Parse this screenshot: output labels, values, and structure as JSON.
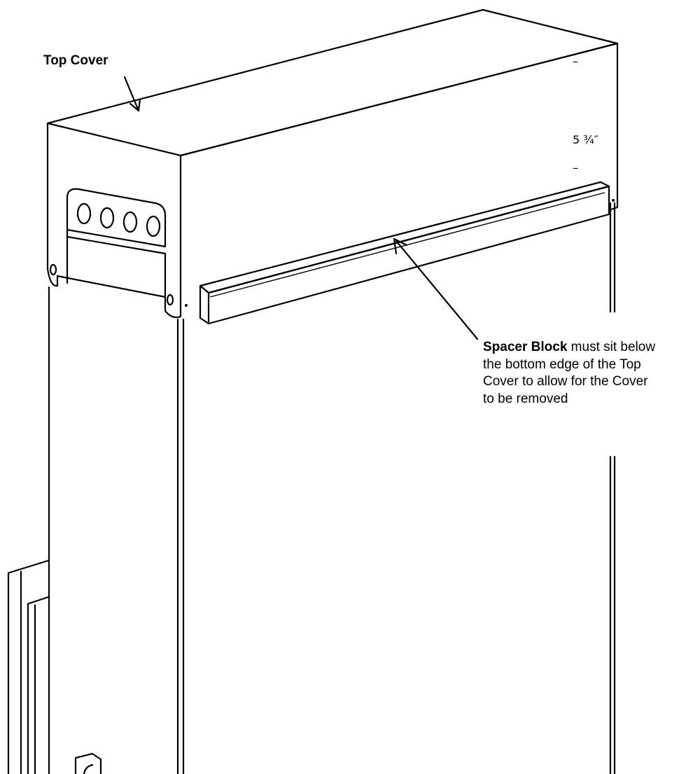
{
  "labels": {
    "top_cover": "Top Cover",
    "dimension": "5 ¾″",
    "dimension_tick_top": "–",
    "dimension_tick_bottom": "–",
    "spacer_name": "Spacer Block",
    "spacer_text_line1": " must sit below",
    "spacer_text_line2": "the bottom edge of the Top",
    "spacer_text_line3": "Cover to allow for the Cover",
    "spacer_text_line4": "to be removed"
  }
}
